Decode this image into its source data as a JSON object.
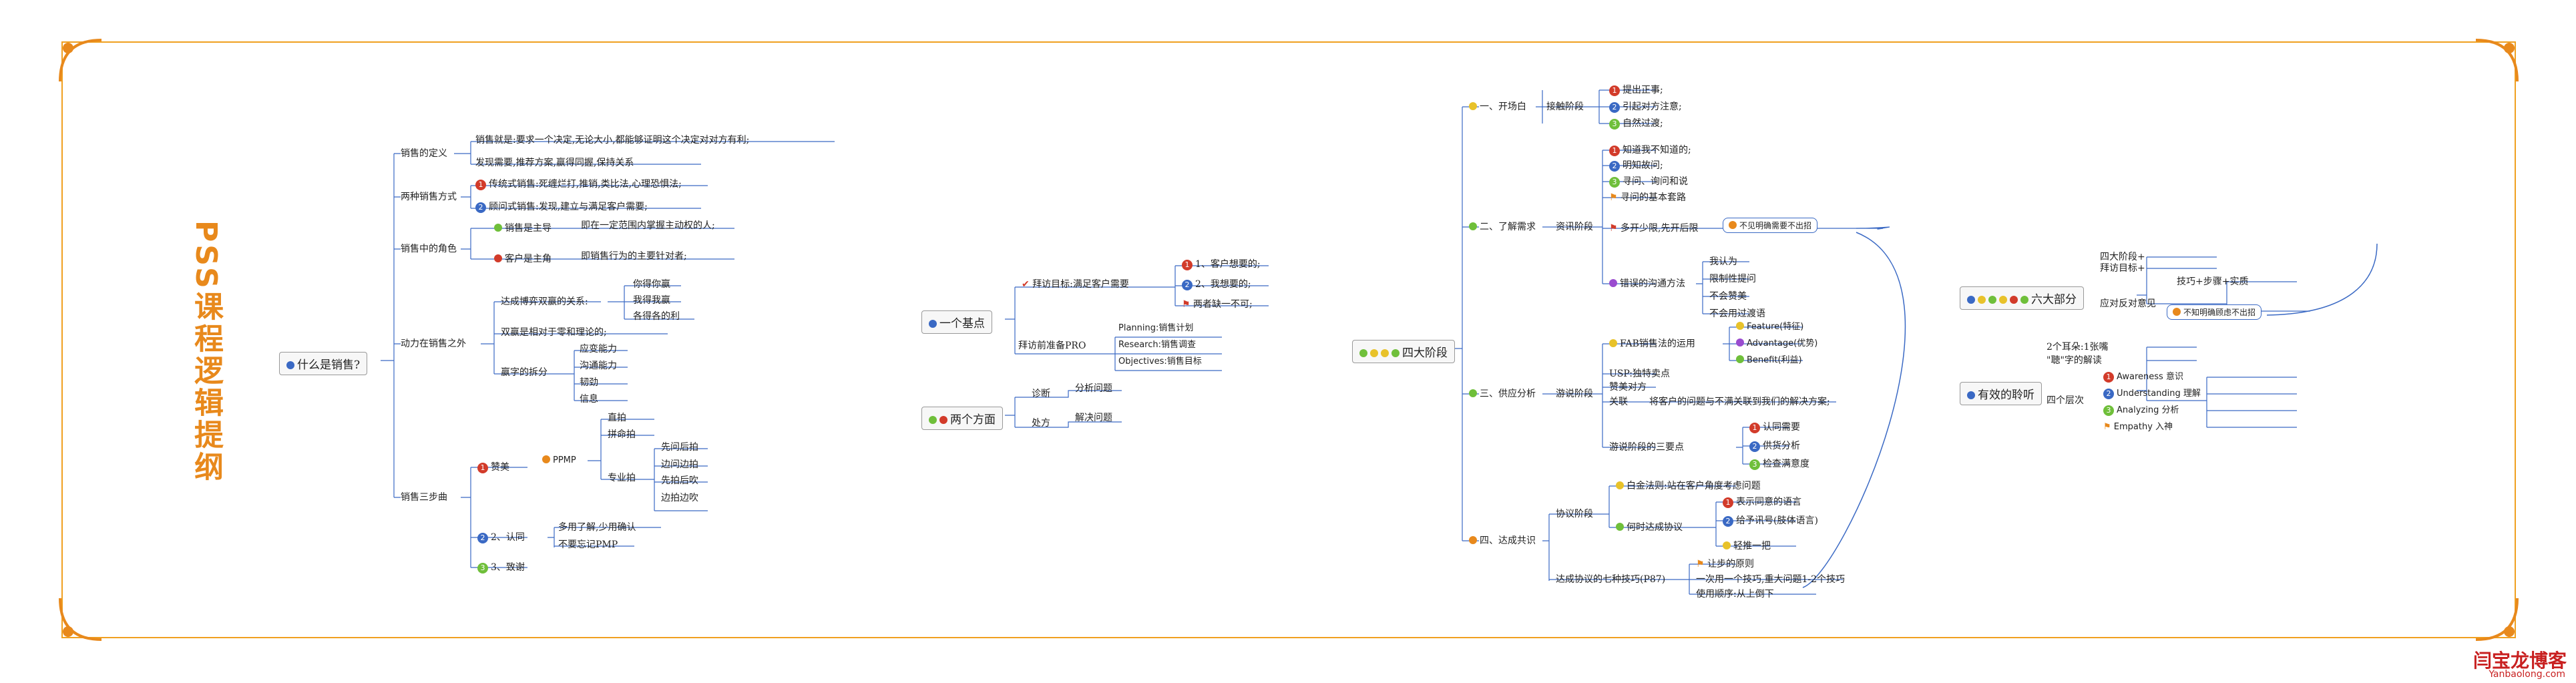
{
  "title": "PSS课程逻辑提纲",
  "watermark": {
    "main": "闫宝龙博客",
    "sub": "Yanbaolong.com"
  },
  "branch1": {
    "root": "什么是销售?",
    "def": {
      "label": "销售的定义",
      "items": [
        "销售就是:要求一个决定,无论大小,都能够证明这个决定对对方有利;",
        "发现需要,推荐方案,赢得同握,保持关系"
      ]
    },
    "two_methods": {
      "label": "两种销售方式",
      "items": [
        "传统式销售:死缠烂打,推销,类比法,心理恐惧法;",
        "顾问式销售:发现,建立与满足客户需要;"
      ]
    },
    "roles": {
      "label": "销售中的角色",
      "items": [
        "销售是主导",
        "即在一定范围内掌握主动权的人;",
        "客户是主角",
        "即销售行为的主要针对者;"
      ]
    },
    "beyond": {
      "label": "动力在销售之外",
      "win": "达成博弈双赢的关系:",
      "win_items": [
        "你得你赢",
        "我得我赢",
        "各得各的利"
      ],
      "zero": "双赢是相对于零和理论的;",
      "split": "赢字的拆分",
      "split_items": [
        "应变能力",
        "沟通能力",
        "韧劲",
        "信息"
      ]
    },
    "three": {
      "label": "销售三步曲",
      "praise": "赞美",
      "ppmp": "PPMP",
      "ppmp_items": [
        "直拍",
        "拼命拍"
      ],
      "pro": "专业拍",
      "pro_items": [
        "先问后拍",
        "边问边拍",
        "先拍后吹",
        "边拍边吹"
      ],
      "confirm": "2、认同",
      "confirm_items": [
        "多用了解,少用确认",
        "不要忘记PMP"
      ],
      "thanks": "3、致谢"
    }
  },
  "branch2": {
    "base": {
      "root": "一个基点",
      "goal": "拜访目标:满足客户需要",
      "goal_items": [
        "1、客户想要的;",
        "2、我想要的;",
        "两者缺一不可;"
      ],
      "pro": "拜访前准备PRO",
      "pro_items": [
        "Planning:销售计划",
        "Research:销售调查",
        "Objectives:销售目标"
      ]
    },
    "aspects": {
      "root": "两个方面",
      "diag": "诊断",
      "diag_item": "分析问题",
      "treat": "处方",
      "treat_item": "解决问题"
    }
  },
  "branch3": {
    "root": "四大阶段",
    "s1": {
      "label": "一、开场白",
      "sub": "接触阶段",
      "items": [
        "提出正事;",
        "引起对方注意;",
        "自然过渡;"
      ]
    },
    "s2": {
      "label": "二、了解需求",
      "sub": "资讯阶段",
      "items": [
        "知道我不知道的;",
        "明知故问;",
        "寻问、询问和说",
        "寻问的基本套路"
      ],
      "many": "多开少限,先开后限",
      "note": "不见明确需要不出招",
      "wrong": "错误的沟通方法",
      "wrong_items": [
        "我认为",
        "限制性提问",
        "不会赞美",
        "不会用过渡语"
      ]
    },
    "s3": {
      "label": "三、供应分析",
      "sub": "游说阶段",
      "fab": "FAB销售法的运用",
      "fab_items": [
        "Feature(特征)",
        "Advantage(优势)",
        "Benefit(利益)"
      ],
      "usp": "USP:独特卖点",
      "praise": "赞美对方",
      "link": "关联",
      "link_text": "将客户的问题与不满关联到我们的解决方案;",
      "three": "游说阶段的三要点",
      "three_items": [
        "认同需要",
        "供货分析",
        "检查满意度"
      ]
    },
    "s4": {
      "label": "四、达成共识",
      "sub": "协议阶段",
      "white": "白金法则:站在客户角度考虑问题",
      "agree": "何时达成协议",
      "agree_items": [
        "表示同意的语言",
        "给予讯号(肢体语言)",
        "轻推一把"
      ],
      "seven": "达成协议的七种技巧(P87)",
      "seven_items": [
        "让步的原则",
        "一次用一个技巧,重大问题1-2个技巧",
        "使用顺序:从上倒下"
      ]
    }
  },
  "branch4": {
    "six": {
      "root": "六大部分",
      "items": [
        "四大阶段+",
        "拜访目标+"
      ],
      "reply": "应对反对意见",
      "reply_item": "技巧+步骤+实质",
      "note": "不知明确顾虑不出招"
    },
    "listen": {
      "root": "有效的聆听",
      "ears": "2个耳朵:1张嘴",
      "word": "\"聴\"字的解读",
      "four": "四个层次",
      "four_items": [
        "Awareness 意识",
        "Understanding 理解",
        "Analyzing 分析",
        "Empathy 入神"
      ]
    }
  },
  "colors": {
    "accent": "#e8891c",
    "frame": "#f0a020",
    "line": "#3a69c4"
  }
}
